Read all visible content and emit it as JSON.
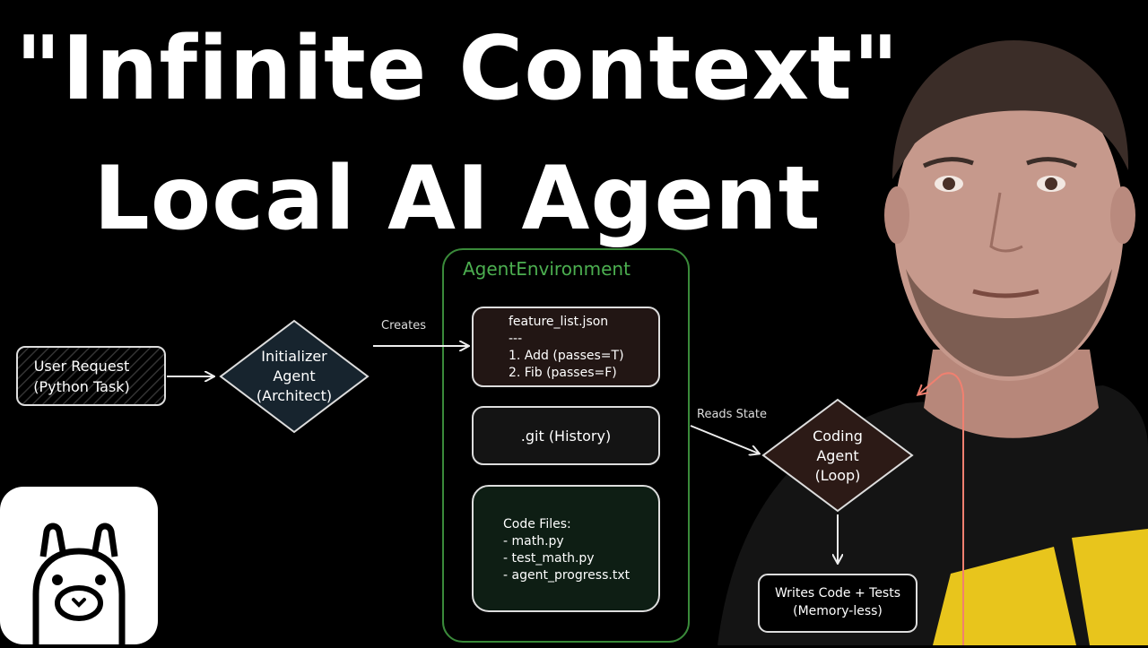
{
  "title": {
    "line1": "\"Infinite Context\"",
    "line2": "Local AI Agent"
  },
  "diagram": {
    "user_request": {
      "line1": "User Request",
      "line2": "(Python Task)"
    },
    "initializer": {
      "line1": "Initializer",
      "line2": "Agent",
      "line3": "(Architect)"
    },
    "creates_label": "Creates",
    "environment_title": "AgentEnvironment",
    "feature_list": {
      "line1": "feature_list.json",
      "line2": "---",
      "line3": "1. Add (passes=T)",
      "line4": "2. Fib (passes=F)"
    },
    "git_box": ".git (History)",
    "code_files": {
      "line1": "Code Files:",
      "line2": "- math.py",
      "line3": "- test_math.py",
      "line4": "- agent_progress.txt"
    },
    "reads_state_label": "Reads State",
    "coding_agent": {
      "line1": "Coding",
      "line2": "Agent",
      "line3": "(Loop)"
    },
    "writes_code": {
      "line1": "Writes Code + Tests",
      "line2": "(Memory-less)"
    }
  },
  "colors": {
    "environment_border": "#3a8a3a",
    "environment_title": "#4caf50",
    "initializer_fill": "#17242e",
    "coding_agent_fill": "#2c1a16",
    "feature_fill": "#221614",
    "code_files_fill": "#0e1e14",
    "feedback_arrow": "#f08070"
  },
  "icons": {
    "logo": "ollama-llama-icon"
  }
}
